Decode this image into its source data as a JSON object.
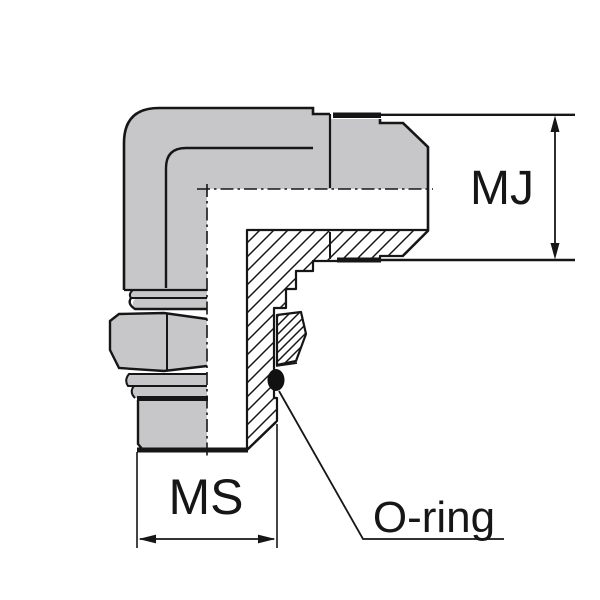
{
  "drawing": {
    "kind": "technical-line-drawing-half-section",
    "subject": "90 degree male elbow hydraulic adapter with adjustable locknut and O-ring seal",
    "labels": {
      "dim_right_thread": "MJ",
      "dim_bottom_thread": "MS",
      "seal_callout": "O-ring"
    },
    "colors": {
      "body_fill": "#c7c7c9",
      "line": "#161616",
      "background": "#ffffff",
      "oring_fill": "#111111"
    }
  }
}
